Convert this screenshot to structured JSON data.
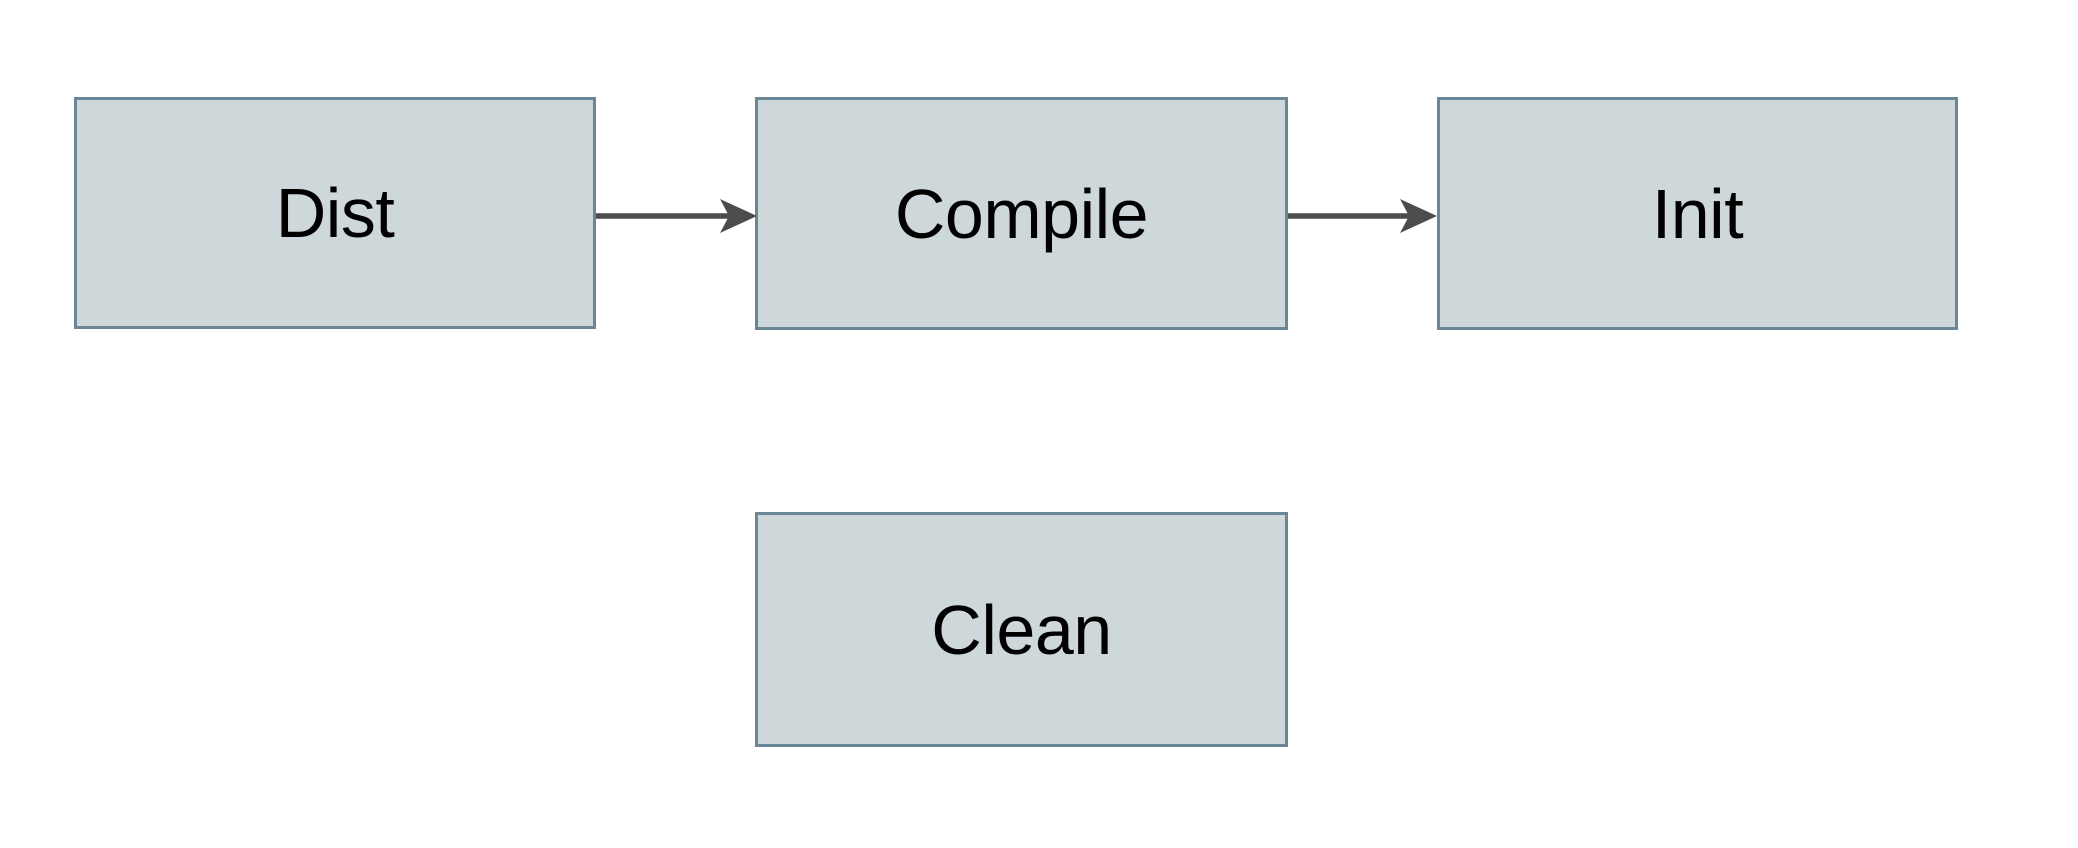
{
  "diagram": {
    "type": "flowchart",
    "background_color": "#ffffff",
    "node_fill_color": "#ced7da",
    "node_border_color": "#6b8795",
    "edge_color": "#4d4d4d",
    "label_color": "#000000",
    "nodes": [
      {
        "id": "dist",
        "label": "Dist"
      },
      {
        "id": "compile",
        "label": "Compile"
      },
      {
        "id": "init",
        "label": "Init"
      },
      {
        "id": "clean",
        "label": "Clean"
      }
    ],
    "edges": [
      {
        "id": "dist-compile",
        "from": "Dist",
        "to": "Compile",
        "direction": "right",
        "arrowhead": "filled-concave"
      },
      {
        "id": "compile-init",
        "from": "Compile",
        "to": "Init",
        "direction": "right",
        "arrowhead": "filled-concave"
      }
    ]
  }
}
